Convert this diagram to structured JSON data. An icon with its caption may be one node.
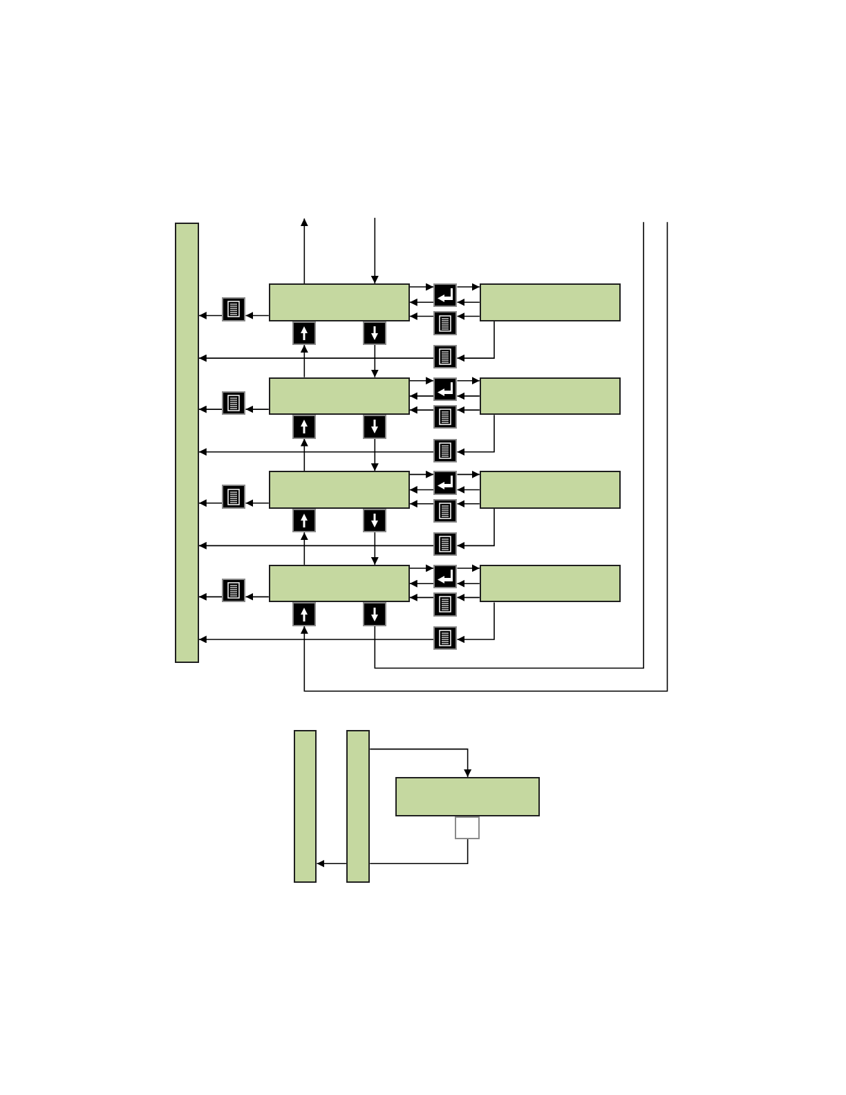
{
  "diagram": {
    "nodes": [
      {
        "text": [],
        "shape": "bar"
      },
      {
        "text": [],
        "shape": "box"
      },
      {
        "text": [],
        "shape": "box"
      },
      {
        "text": [],
        "shape": "key"
      },
      {
        "text": [],
        "shape": "key"
      },
      {
        "text": [],
        "shape": "key"
      },
      {
        "text": [],
        "shape": "key"
      },
      {
        "text": [],
        "shape": "key"
      },
      {
        "text": [],
        "shape": "key"
      },
      {
        "text": [],
        "shape": "box"
      },
      {
        "text": [],
        "shape": "box"
      },
      {
        "text": [],
        "shape": "key"
      },
      {
        "text": [],
        "shape": "key"
      },
      {
        "text": [],
        "shape": "key"
      },
      {
        "text": [],
        "shape": "key"
      },
      {
        "text": [],
        "shape": "key"
      },
      {
        "text": [],
        "shape": "key"
      },
      {
        "text": [],
        "shape": "box"
      },
      {
        "text": [],
        "shape": "box"
      },
      {
        "text": [],
        "shape": "key"
      },
      {
        "text": [],
        "shape": "key"
      },
      {
        "text": [],
        "shape": "key"
      },
      {
        "text": [],
        "shape": "key"
      },
      {
        "text": [],
        "shape": "key"
      },
      {
        "text": [],
        "shape": "key"
      },
      {
        "text": [],
        "shape": "box"
      },
      {
        "text": [],
        "shape": "box"
      },
      {
        "text": [],
        "shape": "key"
      },
      {
        "text": [],
        "shape": "key"
      },
      {
        "text": [],
        "shape": "key"
      },
      {
        "text": [],
        "shape": "key"
      },
      {
        "text": [],
        "shape": "key"
      },
      {
        "text": [],
        "shape": "key"
      },
      {
        "text": [],
        "shape": "bar"
      },
      {
        "text": [],
        "shape": "bar"
      },
      {
        "text": [],
        "shape": "box"
      },
      {
        "text": [],
        "shape": "square"
      }
    ],
    "edges": [
      {
        "from": 1,
        "to": null,
        "arrow": "to"
      },
      {
        "from": null,
        "to": 1,
        "arrow": "to"
      },
      {
        "from": 1,
        "to": 3,
        "arrow": "to"
      },
      {
        "from": 3,
        "to": 0,
        "arrow": "to"
      },
      {
        "from": 1,
        "to": 4,
        "arrow": "to"
      },
      {
        "from": 4,
        "to": 2,
        "arrow": "to"
      },
      {
        "from": 2,
        "to": 4,
        "arrow": "to"
      },
      {
        "from": 4,
        "to": 1,
        "arrow": "to"
      },
      {
        "from": 2,
        "to": 5,
        "arrow": "to"
      },
      {
        "from": 5,
        "to": 1,
        "arrow": "to"
      },
      {
        "from": 2,
        "to": 8,
        "arrow": "to"
      },
      {
        "from": 8,
        "to": 0,
        "arrow": "to"
      },
      {
        "from": 9,
        "to": 6,
        "arrow": "to"
      },
      {
        "from": 7,
        "to": 9,
        "arrow": "to"
      },
      {
        "from": 9,
        "to": 11,
        "arrow": "to"
      },
      {
        "from": 11,
        "to": 0,
        "arrow": "to"
      },
      {
        "from": 9,
        "to": 12,
        "arrow": "to"
      },
      {
        "from": 12,
        "to": 10,
        "arrow": "to"
      },
      {
        "from": 10,
        "to": 12,
        "arrow": "to"
      },
      {
        "from": 12,
        "to": 9,
        "arrow": "to"
      },
      {
        "from": 10,
        "to": 13,
        "arrow": "to"
      },
      {
        "from": 13,
        "to": 9,
        "arrow": "to"
      },
      {
        "from": 10,
        "to": 16,
        "arrow": "to"
      },
      {
        "from": 16,
        "to": 0,
        "arrow": "to"
      },
      {
        "from": 17,
        "to": 14,
        "arrow": "to"
      },
      {
        "from": 15,
        "to": 17,
        "arrow": "to"
      },
      {
        "from": 17,
        "to": 19,
        "arrow": "to"
      },
      {
        "from": 19,
        "to": 0,
        "arrow": "to"
      },
      {
        "from": 17,
        "to": 20,
        "arrow": "to"
      },
      {
        "from": 20,
        "to": 18,
        "arrow": "to"
      },
      {
        "from": 18,
        "to": 20,
        "arrow": "to"
      },
      {
        "from": 20,
        "to": 17,
        "arrow": "to"
      },
      {
        "from": 18,
        "to": 21,
        "arrow": "to"
      },
      {
        "from": 21,
        "to": 17,
        "arrow": "to"
      },
      {
        "from": 18,
        "to": 24,
        "arrow": "to"
      },
      {
        "from": 24,
        "to": 0,
        "arrow": "to"
      },
      {
        "from": 25,
        "to": 22,
        "arrow": "to"
      },
      {
        "from": 23,
        "to": 25,
        "arrow": "to"
      },
      {
        "from": 25,
        "to": 27,
        "arrow": "to"
      },
      {
        "from": 27,
        "to": 0,
        "arrow": "to"
      },
      {
        "from": 25,
        "to": 28,
        "arrow": "to"
      },
      {
        "from": 28,
        "to": 26,
        "arrow": "to"
      },
      {
        "from": 26,
        "to": 28,
        "arrow": "to"
      },
      {
        "from": 28,
        "to": 25,
        "arrow": "to"
      },
      {
        "from": 26,
        "to": 29,
        "arrow": "to"
      },
      {
        "from": 29,
        "to": 25,
        "arrow": "to"
      },
      {
        "from": 26,
        "to": 32,
        "arrow": "to"
      },
      {
        "from": 32,
        "to": 0,
        "arrow": "to"
      },
      {
        "from": null,
        "to": 30,
        "arrow": "to"
      },
      {
        "from": 31,
        "to": null,
        "arrow": "none"
      },
      {
        "from": 34,
        "to": 35,
        "arrow": "to"
      },
      {
        "from": 36,
        "to": 34,
        "arrow": "none"
      },
      {
        "from": 34,
        "to": 33,
        "arrow": "to"
      }
    ]
  }
}
